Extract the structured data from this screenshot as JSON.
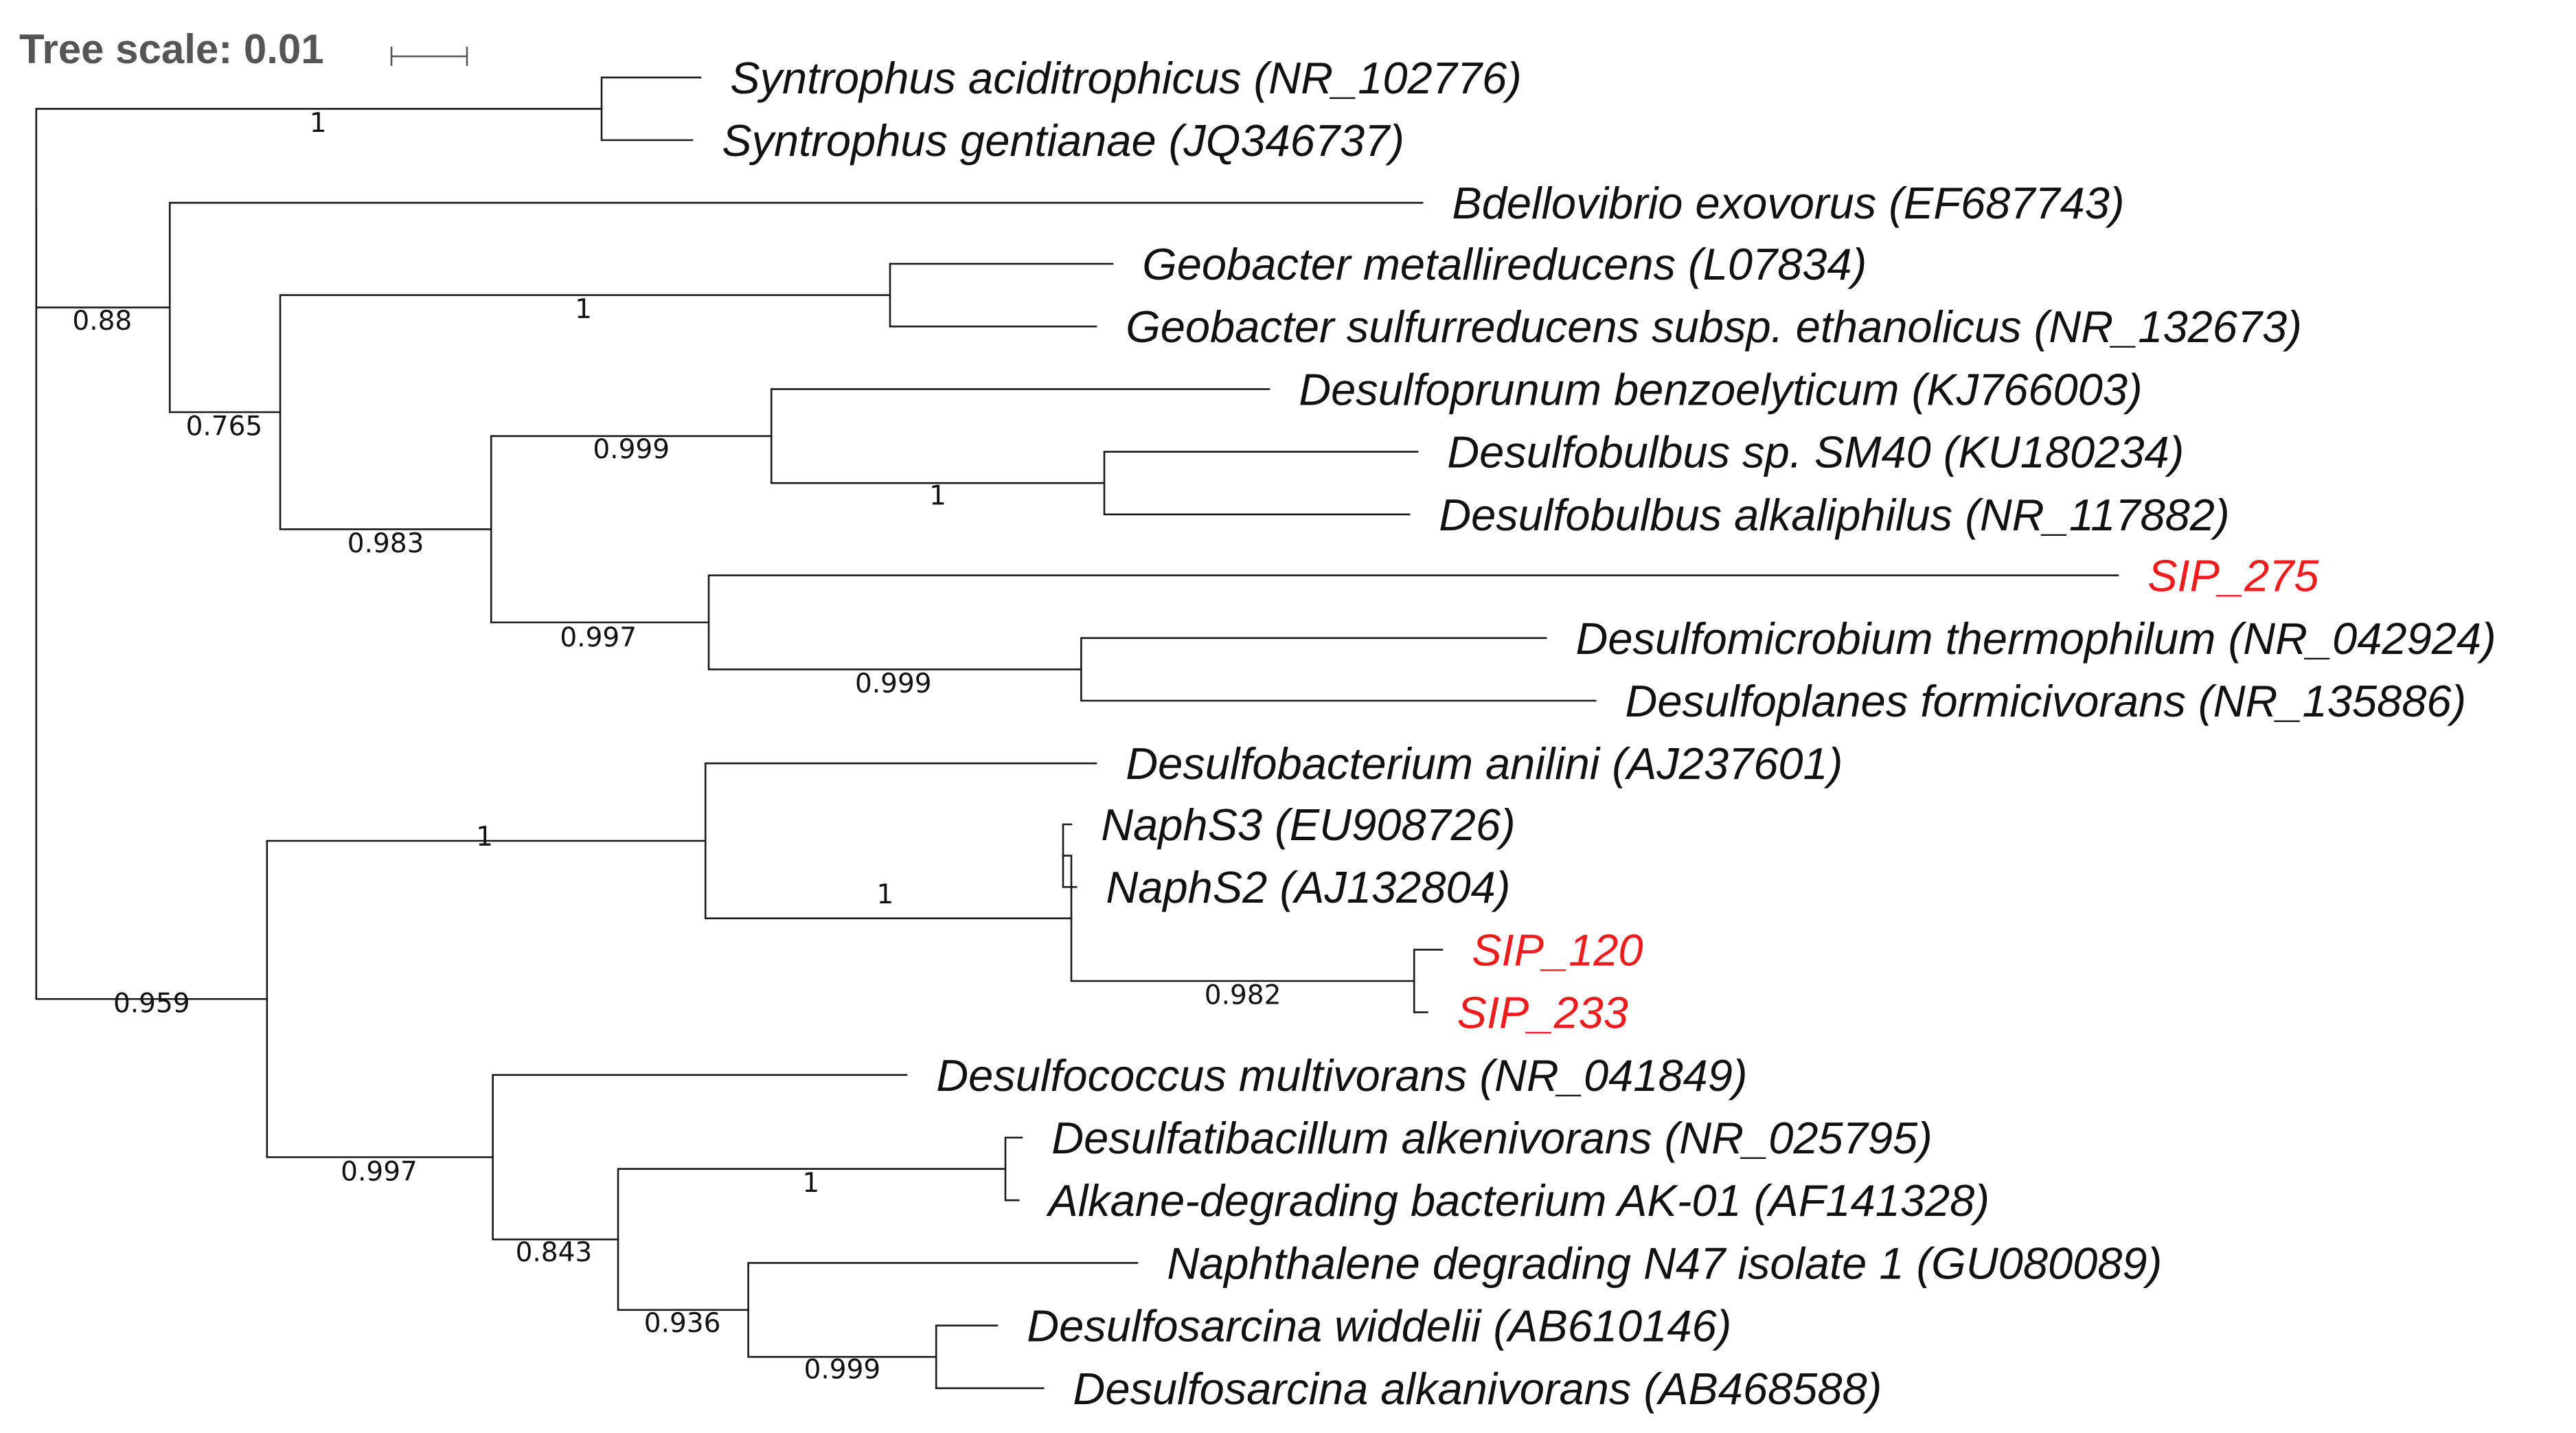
{
  "scale": {
    "title": "Tree scale: 0.01"
  },
  "colors": {
    "default": "#111111",
    "highlight": "#ee1c1c"
  },
  "leaves": [
    {
      "id": "L1",
      "label": "Syntrophus aciditrophicus (NR_102776)",
      "highlight": false
    },
    {
      "id": "L2",
      "label": "Syntrophus gentianae (JQ346737)",
      "highlight": false
    },
    {
      "id": "L3",
      "label": "Bdellovibrio exovorus (EF687743)",
      "highlight": false
    },
    {
      "id": "L4",
      "label": "Geobacter metallireducens (L07834)",
      "highlight": false
    },
    {
      "id": "L5",
      "label": "Geobacter sulfurreducens subsp. ethanolicus (NR_132673)",
      "highlight": false
    },
    {
      "id": "L6",
      "label": "Desulfoprunum benzoelyticum (KJ766003)",
      "highlight": false
    },
    {
      "id": "L7",
      "label": "Desulfobulbus sp. SM40 (KU180234)",
      "highlight": false
    },
    {
      "id": "L8",
      "label": "Desulfobulbus alkaliphilus (NR_117882)",
      "highlight": false
    },
    {
      "id": "L9",
      "label": "SIP_275",
      "highlight": true
    },
    {
      "id": "L10",
      "label": "Desulfomicrobium thermophilum (NR_042924)",
      "highlight": false
    },
    {
      "id": "L11",
      "label": "Desulfoplanes formicivorans (NR_135886)",
      "highlight": false
    },
    {
      "id": "L12",
      "label": "Desulfobacterium anilini (AJ237601)",
      "highlight": false
    },
    {
      "id": "L13",
      "label": "NaphS3 (EU908726)",
      "highlight": false
    },
    {
      "id": "L14",
      "label": "NaphS2 (AJ132804)",
      "highlight": false
    },
    {
      "id": "L15",
      "label": "SIP_120",
      "highlight": true
    },
    {
      "id": "L16",
      "label": "SIP_233",
      "highlight": true
    },
    {
      "id": "L17",
      "label": "Desulfococcus multivorans (NR_041849)",
      "highlight": false
    },
    {
      "id": "L18",
      "label": "Desulfatibacillum alkenivorans (NR_025795)",
      "highlight": false
    },
    {
      "id": "L19",
      "label": "Alkane-degrading bacterium AK-01 (AF141328)",
      "highlight": false
    },
    {
      "id": "L20",
      "label": "Naphthalene degrading N47 isolate 1 (GU080089)",
      "highlight": false
    },
    {
      "id": "L21",
      "label": "Desulfosarcina widdelii (AB610146)",
      "highlight": false
    },
    {
      "id": "L22",
      "label": "Desulfosarcina alkanivorans (AB468588)",
      "highlight": false
    }
  ],
  "supports": [
    {
      "node": "n_syntrophus",
      "value": "1"
    },
    {
      "node": "n_deltaA",
      "value": "0.88"
    },
    {
      "node": "n_geobacter",
      "value": "1"
    },
    {
      "node": "n_deltaB",
      "value": "0.765"
    },
    {
      "node": "n_desulfobulbA",
      "value": "0.999"
    },
    {
      "node": "n_desulfobulbus",
      "value": "1"
    },
    {
      "node": "n_sulfateA",
      "value": "0.983"
    },
    {
      "node": "n_sip275",
      "value": "0.997"
    },
    {
      "node": "n_desulfomicro",
      "value": "0.999"
    },
    {
      "node": "n_desulfobact",
      "value": "1"
    },
    {
      "node": "n_naphs",
      "value": "1"
    },
    {
      "node": "n_sip",
      "value": "0.982"
    },
    {
      "node": "n_bottom",
      "value": "0.959"
    },
    {
      "node": "n_desulfococcus",
      "value": "0.997"
    },
    {
      "node": "n_alkane",
      "value": "1"
    },
    {
      "node": "n_alkA",
      "value": "0.843"
    },
    {
      "node": "n_n47",
      "value": "0.936"
    },
    {
      "node": "n_sarcina",
      "value": "0.999"
    }
  ]
}
